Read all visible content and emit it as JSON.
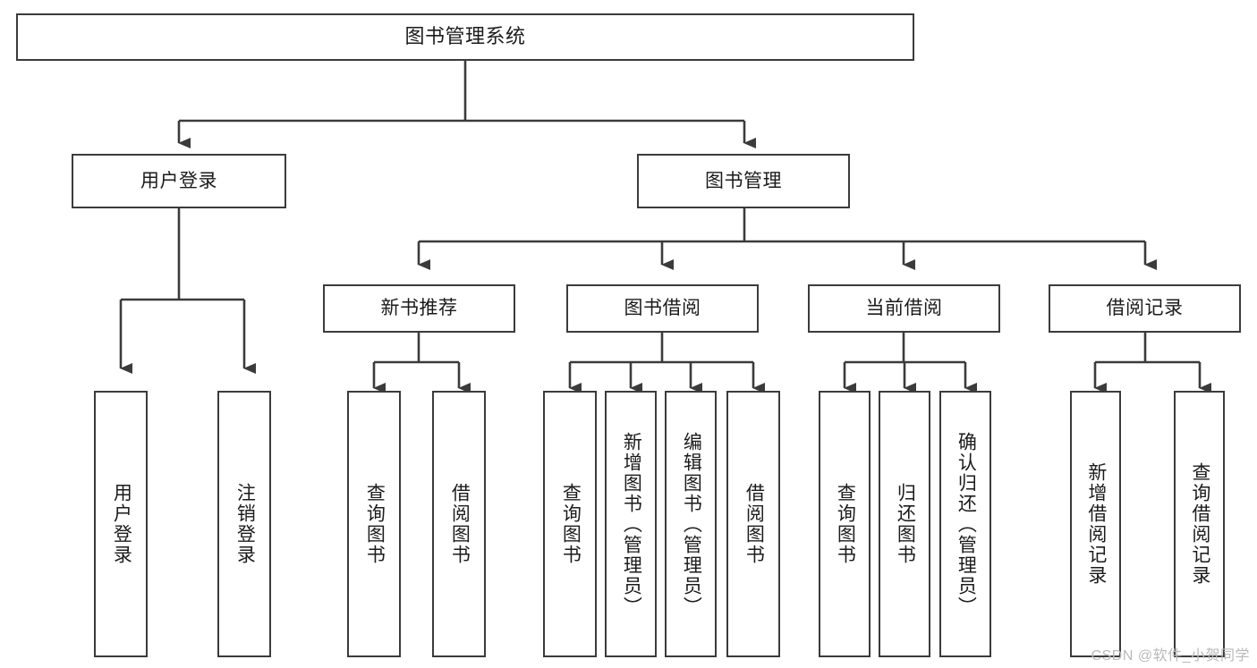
{
  "diagram": {
    "title": "图书管理系统",
    "type": "tree-hierarchy-diagram",
    "watermark": "CSDN @软件_小贺同学",
    "colors": {
      "stroke": "#3b3b3b",
      "box_fill": "#ffffff",
      "text": "#1b1b1b",
      "background": "#ffffff",
      "watermark": "#b9b9b9"
    },
    "nodes": {
      "root": {
        "label": "图书管理系统"
      },
      "level1": [
        {
          "label": "用户登录"
        },
        {
          "label": "图书管理"
        }
      ],
      "level2": [
        {
          "label": "新书推荐"
        },
        {
          "label": "图书借阅"
        },
        {
          "label": "当前借阅"
        },
        {
          "label": "借阅记录"
        }
      ],
      "leaves": {
        "user_login": [
          {
            "label": "用户登录"
          },
          {
            "label": "注销登录"
          }
        ],
        "new_book_recommend": [
          {
            "label": "查询图书"
          },
          {
            "label": "借阅图书"
          }
        ],
        "book_borrow": [
          {
            "label": "查询图书"
          },
          {
            "label": "新增图书（管理员）"
          },
          {
            "label": "编辑图书（管理员）"
          },
          {
            "label": "借阅图书"
          }
        ],
        "current_borrow": [
          {
            "label": "查询图书"
          },
          {
            "label": "归还图书"
          },
          {
            "label": "确认归还（管理员）"
          }
        ],
        "borrow_record": [
          {
            "label": "新增借阅记录"
          },
          {
            "label": "查询借阅记录"
          }
        ]
      }
    }
  }
}
